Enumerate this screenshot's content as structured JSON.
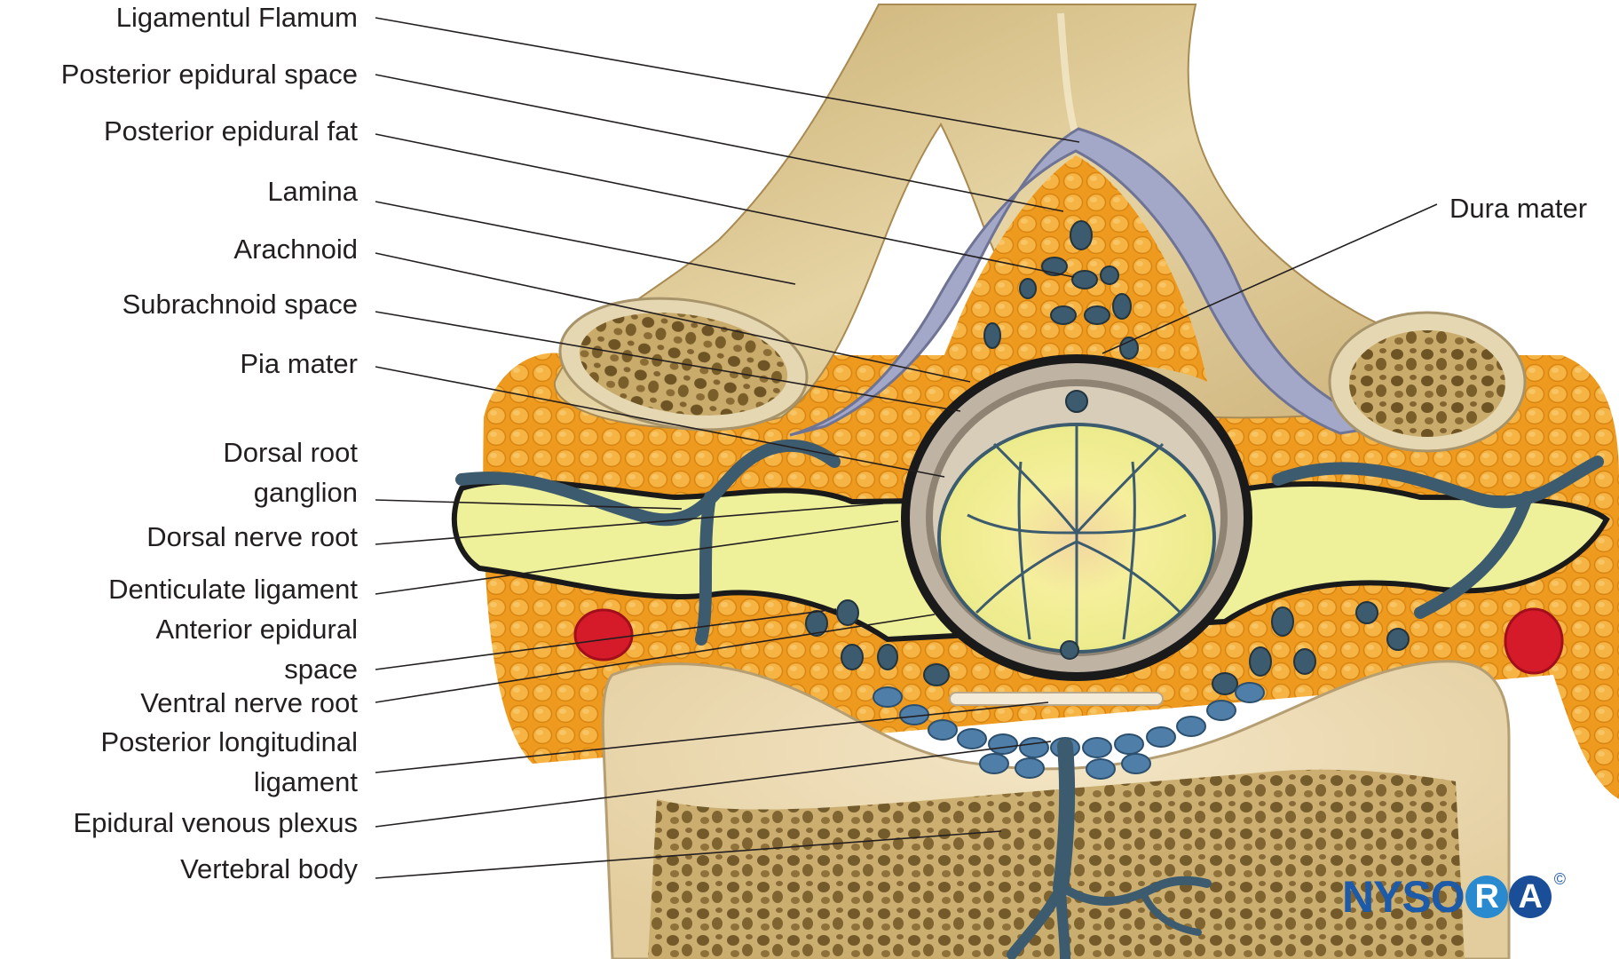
{
  "figure": {
    "subject": "Cross-section of spinal canal and vertebra",
    "watermark": {
      "text_parts": [
        "NYSO",
        "R",
        "A"
      ],
      "copyright": "©",
      "colors": {
        "text": "#1d5aa8",
        "r_circle": "#2a8ad0",
        "a_circle": "#1a4e98"
      }
    }
  },
  "labels_left": [
    {
      "id": "ligamentum-flavum",
      "lines": [
        "Ligamentul Flamum"
      ]
    },
    {
      "id": "posterior-epidural-space",
      "lines": [
        "Posterior epidural space"
      ]
    },
    {
      "id": "posterior-epidural-fat",
      "lines": [
        "Posterior epidural fat"
      ]
    },
    {
      "id": "lamina",
      "lines": [
        "Lamina"
      ]
    },
    {
      "id": "arachnoid",
      "lines": [
        "Arachnoid"
      ]
    },
    {
      "id": "subarachnoid-space",
      "lines": [
        "Subrachnoid space"
      ]
    },
    {
      "id": "pia-mater",
      "lines": [
        "Pia mater"
      ]
    },
    {
      "id": "dorsal-root-ganglion",
      "lines": [
        "Dorsal root",
        "ganglion"
      ]
    },
    {
      "id": "dorsal-nerve-root",
      "lines": [
        "Dorsal nerve root"
      ]
    },
    {
      "id": "denticulate-ligament",
      "lines": [
        "Denticulate ligament"
      ]
    },
    {
      "id": "anterior-epidural-space",
      "lines": [
        "Anterior epidural",
        "space"
      ]
    },
    {
      "id": "ventral-nerve-root",
      "lines": [
        "Ventral nerve root"
      ]
    },
    {
      "id": "posterior-longitudinal-ligament",
      "lines": [
        "Posterior longitudinal",
        "ligament"
      ]
    },
    {
      "id": "epidural-venous-plexus",
      "lines": [
        "Epidural venous plexus"
      ]
    },
    {
      "id": "vertebral-body",
      "lines": [
        "Vertebral body"
      ]
    }
  ],
  "labels_right": [
    {
      "id": "dura-mater",
      "lines": [
        "Dura mater"
      ]
    }
  ],
  "colors": {
    "bone": "#d9c08a",
    "bone_light": "#efe2bd",
    "cancellous": "#8a6a2e",
    "ligament": "#9fa3c4",
    "fat": "#f0a22a",
    "fat_cell": "#f7bf55",
    "vein": "#3d5b6e",
    "vein_light": "#4f7fa8",
    "cord": "#f3f0a0",
    "dura": "#1a1a1a",
    "arachnoid": "#b9ada0",
    "artery": "#d8192b",
    "leader": "#231f20"
  }
}
